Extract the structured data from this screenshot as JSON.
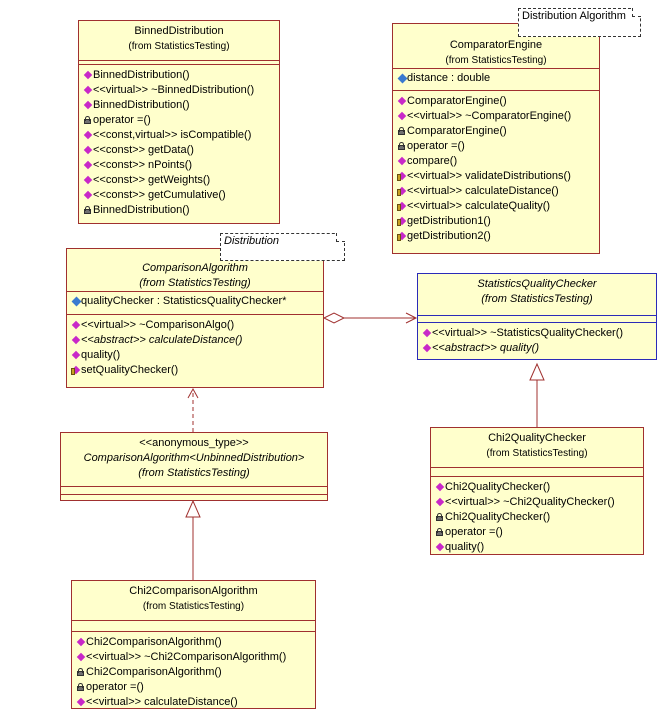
{
  "colors": {
    "class_fill": "#ffffcc",
    "class_border": "#a0302f",
    "interface_border": "#2b2bb8",
    "link": "#a0302f"
  },
  "classes": {
    "binned": {
      "name": "BinnedDistribution",
      "package": "(from StatisticsTesting)",
      "attributes": [],
      "operations": [
        {
          "v": "pub",
          "t": "BinnedDistribution()"
        },
        {
          "v": "pub",
          "t": "<<virtual>> ~BinnedDistribution()"
        },
        {
          "v": "pub",
          "t": "BinnedDistribution()"
        },
        {
          "v": "priv",
          "t": "operator =()"
        },
        {
          "v": "pub",
          "t": "<<const,virtual>> isCompatible()"
        },
        {
          "v": "pub",
          "t": "<<const>> getData()"
        },
        {
          "v": "pub",
          "t": "<<const>> nPoints()"
        },
        {
          "v": "pub",
          "t": "<<const>> getWeights()"
        },
        {
          "v": "pub",
          "t": "<<const>> getCumulative()"
        },
        {
          "v": "priv",
          "t": "BinnedDistribution()"
        }
      ]
    },
    "comparator": {
      "name": "ComparatorEngine",
      "package": "(from StatisticsTesting)",
      "attributes": [
        {
          "v": "attr",
          "t": "distance : double"
        }
      ],
      "operations": [
        {
          "v": "pub",
          "t": "ComparatorEngine()"
        },
        {
          "v": "pub",
          "t": "<<virtual>> ~ComparatorEngine()"
        },
        {
          "v": "priv",
          "t": "ComparatorEngine()"
        },
        {
          "v": "priv",
          "t": "operator =()"
        },
        {
          "v": "pub",
          "t": "compare()"
        },
        {
          "v": "prot",
          "t": "<<virtual>> validateDistributions()"
        },
        {
          "v": "prot",
          "t": "<<virtual>> calculateDistance()"
        },
        {
          "v": "prot",
          "t": "<<virtual>> calculateQuality()"
        },
        {
          "v": "prot",
          "t": "getDistribution1()"
        },
        {
          "v": "prot",
          "t": "getDistribution2()"
        }
      ]
    },
    "comparison": {
      "name": "ComparisonAlgorithm",
      "package": "(from StatisticsTesting)",
      "attributes": [
        {
          "v": "attr",
          "t": "qualityChecker : StatisticsQualityChecker*"
        }
      ],
      "operations": [
        {
          "v": "pub",
          "t": "<<virtual>> ~ComparisonAlgo()"
        },
        {
          "v": "pub",
          "t": "<<abstract>> calculateDistance()",
          "italic": true
        },
        {
          "v": "pub",
          "t": "quality()"
        },
        {
          "v": "prot",
          "t": "setQualityChecker()"
        }
      ]
    },
    "sqc": {
      "name": "StatisticsQualityChecker",
      "package": "(from StatisticsTesting)",
      "attributes": [],
      "operations": [
        {
          "v": "pub",
          "t": "<<virtual>> ~StatisticsQualityChecker()"
        },
        {
          "v": "pub",
          "t": "<<abstract>> quality()",
          "italic": true
        }
      ]
    },
    "anon": {
      "stereotype": "<<anonymous_type>>",
      "name": "ComparisonAlgorithm<UnbinnedDistribution>",
      "package": "(from StatisticsTesting)"
    },
    "chi2qc": {
      "name": "Chi2QualityChecker",
      "package": "(from StatisticsTesting)",
      "attributes": [],
      "operations": [
        {
          "v": "pub",
          "t": "Chi2QualityChecker()"
        },
        {
          "v": "pub",
          "t": "<<virtual>> ~Chi2QualityChecker()"
        },
        {
          "v": "priv",
          "t": "Chi2QualityChecker()"
        },
        {
          "v": "priv",
          "t": "operator =()"
        },
        {
          "v": "pub",
          "t": "quality()"
        }
      ]
    },
    "chi2ca": {
      "name": "Chi2ComparisonAlgorithm",
      "package": "(from StatisticsTesting)",
      "attributes": [],
      "operations": [
        {
          "v": "pub",
          "t": "Chi2ComparisonAlgorithm()"
        },
        {
          "v": "pub",
          "t": "<<virtual>> ~Chi2ComparisonAlgorithm()"
        },
        {
          "v": "priv",
          "t": "Chi2ComparisonAlgorithm()"
        },
        {
          "v": "priv",
          "t": "operator =()"
        },
        {
          "v": "pub",
          "t": "<<virtual>> calculateDistance()"
        }
      ]
    }
  },
  "notes": {
    "distribution_algorithm": "Distribution Algorithm",
    "distribution": "Distribution"
  }
}
